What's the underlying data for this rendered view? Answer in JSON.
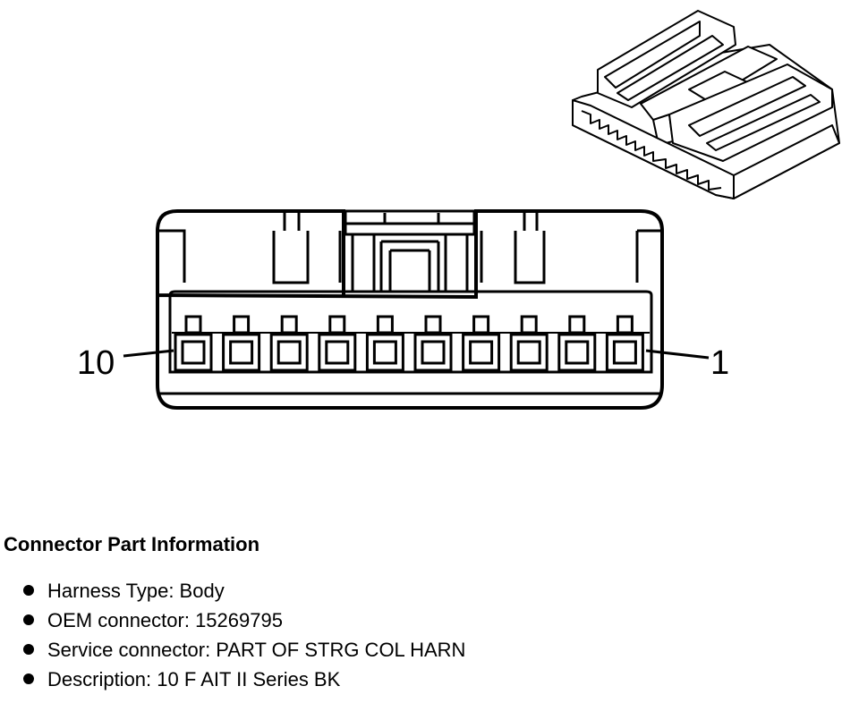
{
  "connector": {
    "pin_count": 10,
    "pin_left_label": "10",
    "pin_right_label": "1"
  },
  "info": {
    "title": "Connector Part Information",
    "items": [
      "Harness Type: Body",
      "OEM connector: 15269795",
      "Service connector: PART OF STRG COL HARN",
      "Description: 10 F AIT II Series BK"
    ]
  }
}
